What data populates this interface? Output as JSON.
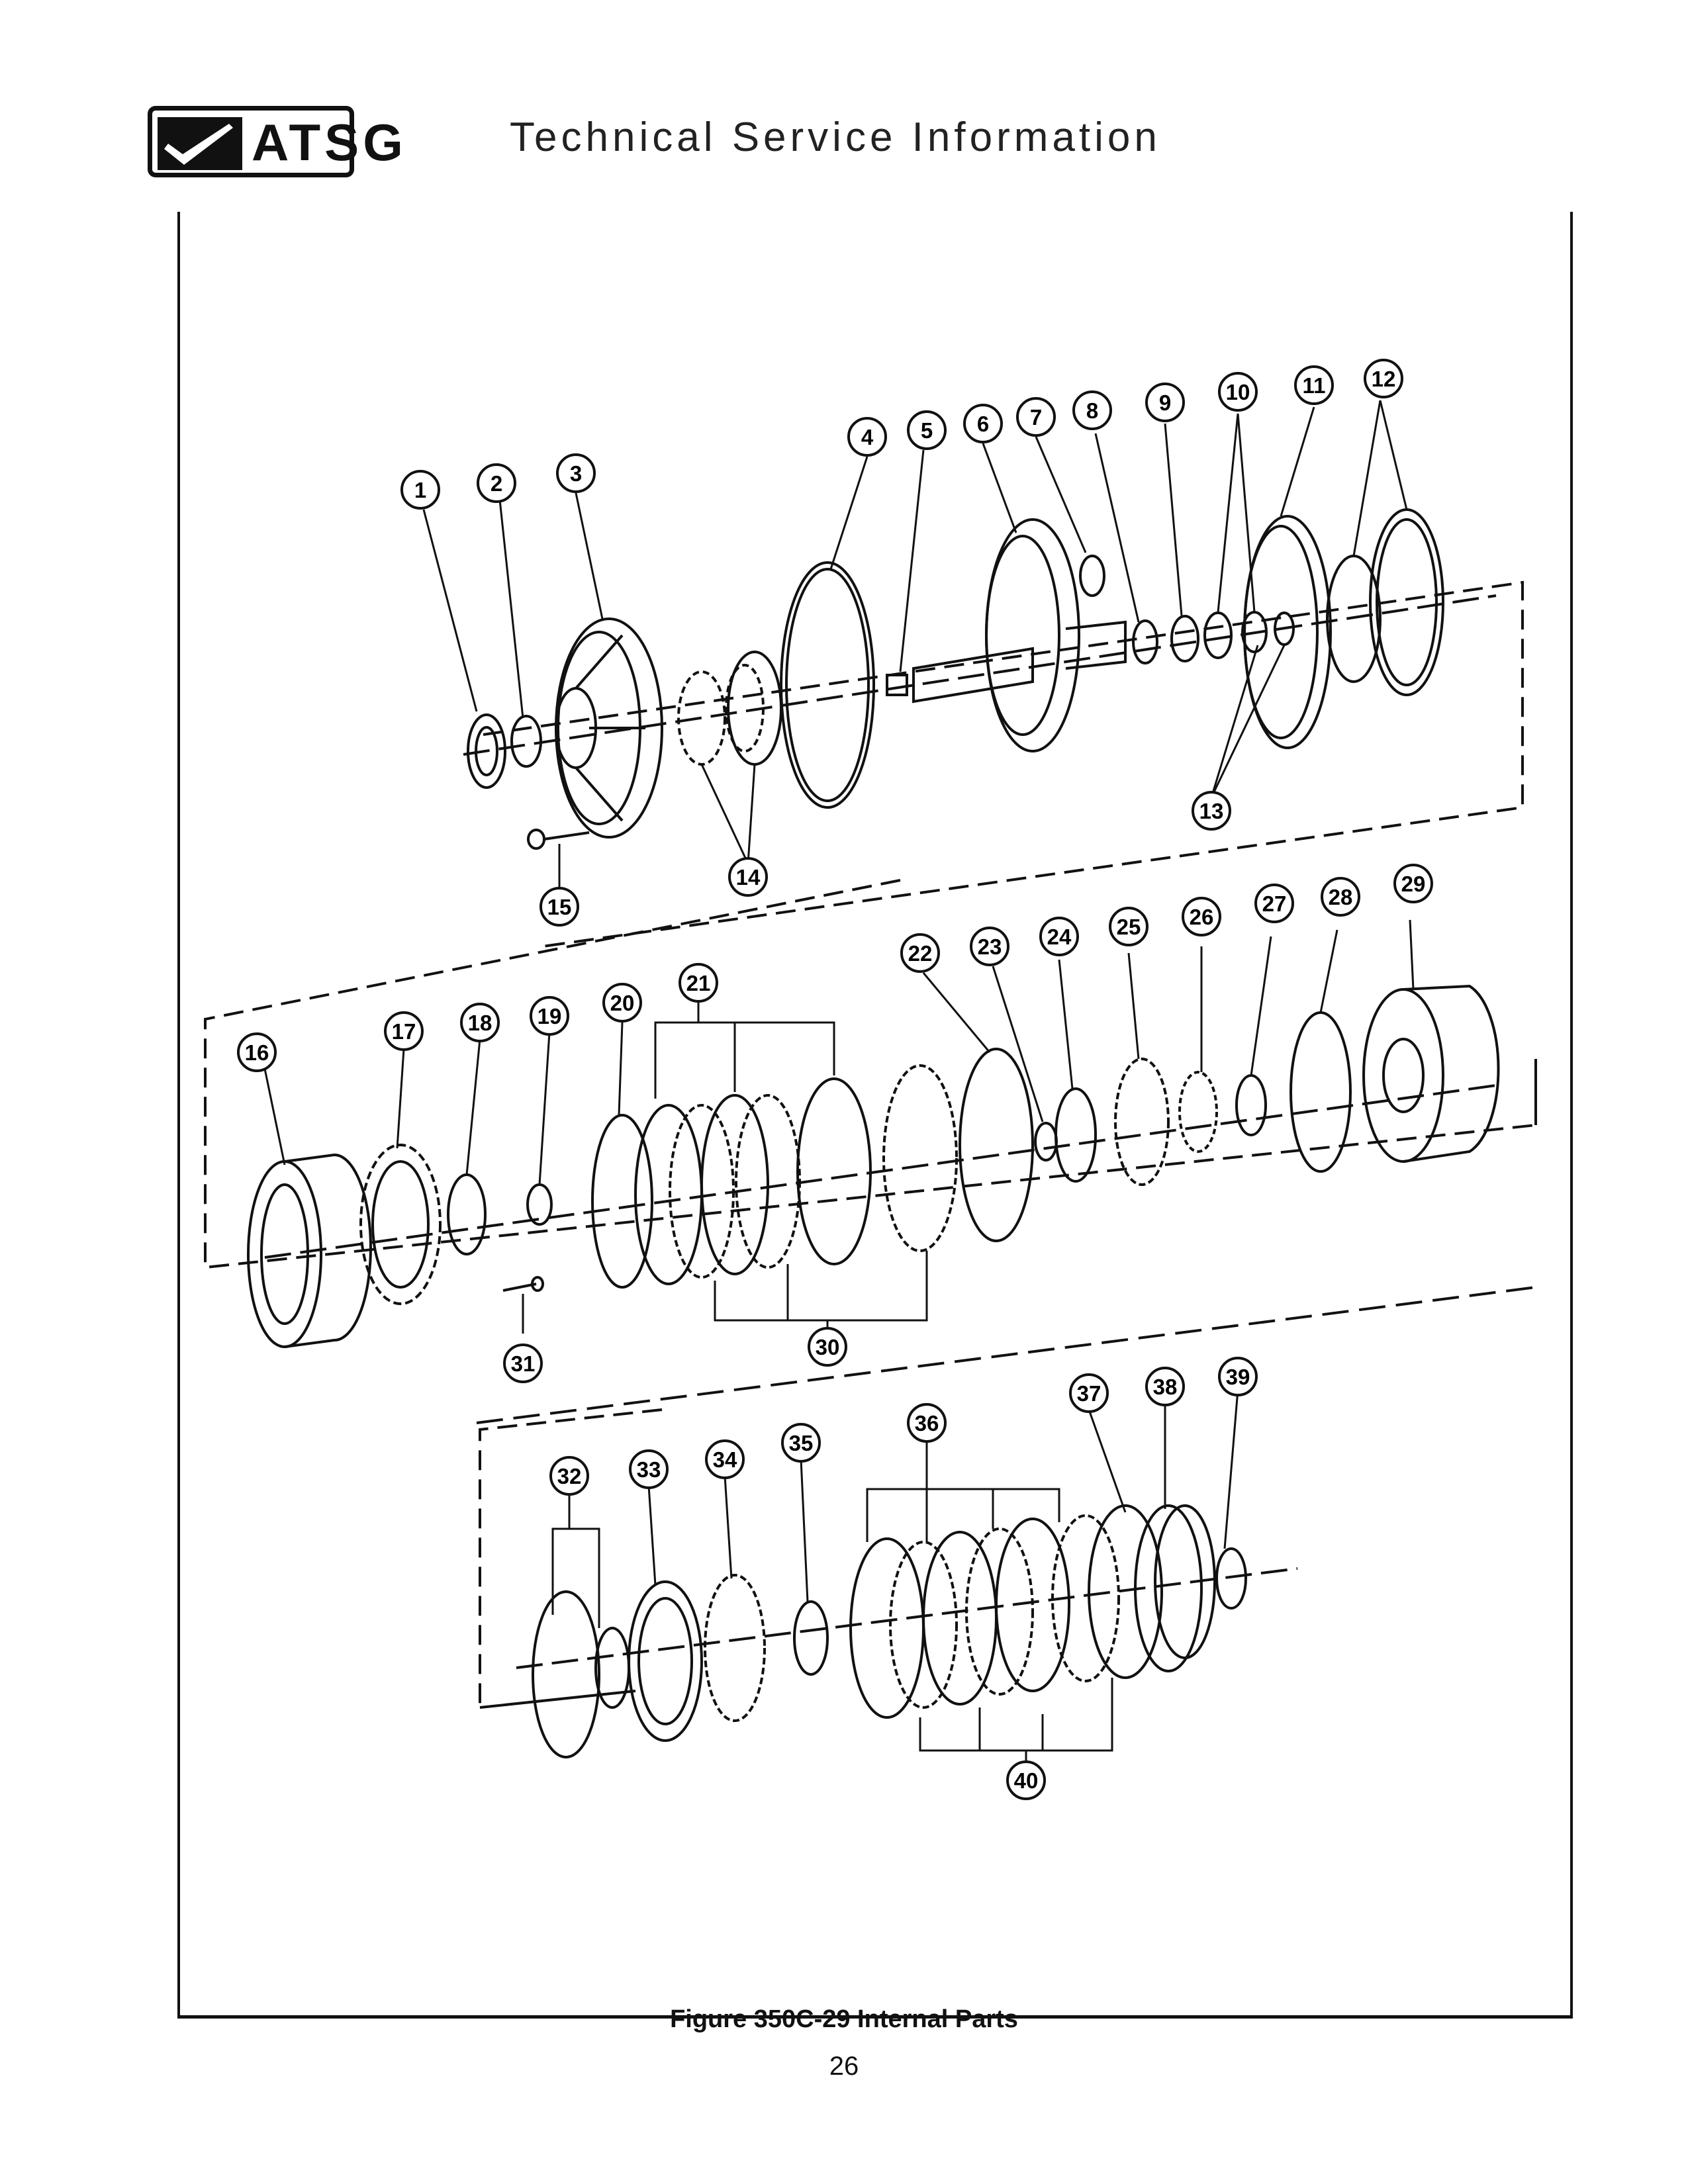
{
  "header": {
    "logo_text": "ATSG",
    "title": "Technical Service Information"
  },
  "figure": {
    "caption": "Figure 350C-29 Internal Parts",
    "callouts": [
      "1",
      "2",
      "3",
      "4",
      "5",
      "6",
      "7",
      "8",
      "9",
      "10",
      "11",
      "12",
      "13",
      "14",
      "15",
      "16",
      "17",
      "18",
      "19",
      "20",
      "21",
      "22",
      "23",
      "24",
      "25",
      "26",
      "27",
      "28",
      "29",
      "30",
      "31",
      "32",
      "33",
      "34",
      "35",
      "36",
      "37",
      "38",
      "39",
      "40"
    ]
  },
  "page_number": "26"
}
